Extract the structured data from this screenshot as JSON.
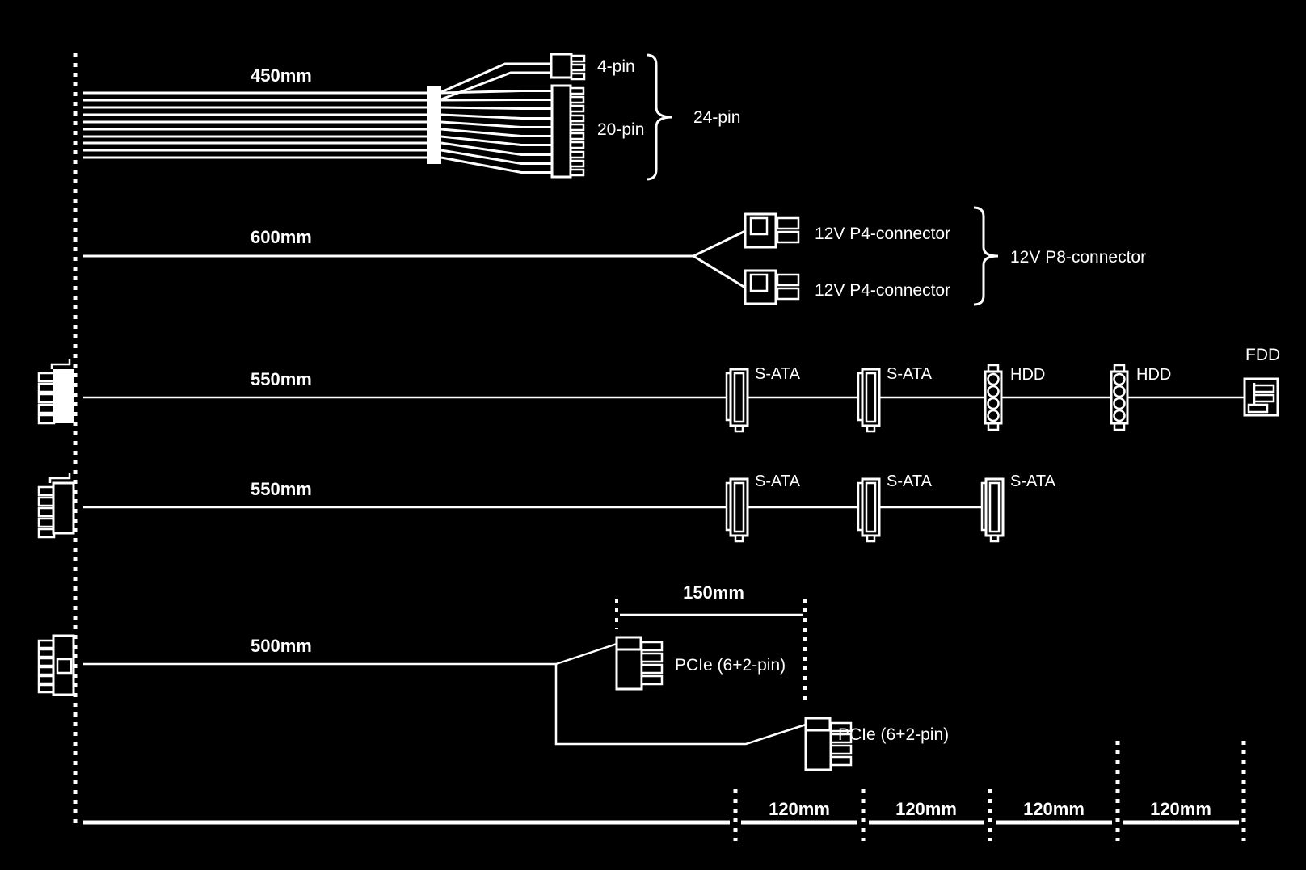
{
  "colors": {
    "background": "#000000",
    "foreground": "#ffffff"
  },
  "cables": [
    {
      "length": "450mm",
      "connectors": [
        "4-pin",
        "20-pin"
      ],
      "bundle": "24-pin"
    },
    {
      "length": "600mm",
      "connectors": [
        "12V P4-connector",
        "12V P4-connector"
      ],
      "bundle": "12V P8-connector"
    },
    {
      "length": "550mm",
      "connectors": [
        "S-ATA",
        "S-ATA",
        "HDD",
        "HDD",
        "FDD"
      ]
    },
    {
      "length": "550mm",
      "connectors": [
        "S-ATA",
        "S-ATA",
        "S-ATA"
      ]
    },
    {
      "length": "500mm",
      "connectors": [
        "PCIe (6+2-pin)",
        "PCIe (6+2-pin)"
      ],
      "offset": "150mm"
    }
  ],
  "ruler": {
    "segments": [
      "120mm",
      "120mm",
      "120mm",
      "120mm"
    ]
  }
}
